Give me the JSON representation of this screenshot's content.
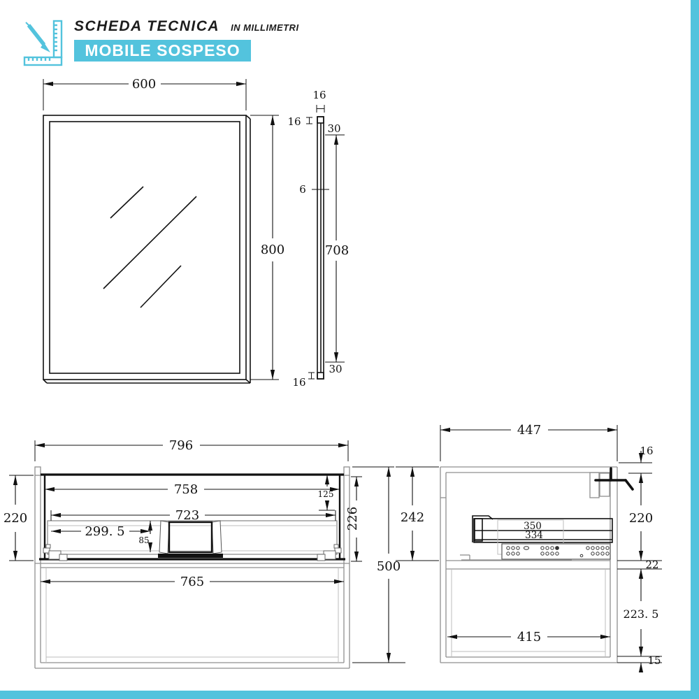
{
  "header": {
    "title": "SCHEDA TECNICA",
    "unit_note": "IN MILLIMETRI",
    "banner": "MOBILE SOSPESO"
  },
  "colors": {
    "accent": "#53C3DD"
  },
  "mirror": {
    "front": {
      "width": "600",
      "height": "800"
    },
    "side": {
      "thickness_top": "16",
      "cap_top": "16",
      "offset_top": "30",
      "glass": "6",
      "panel": "708",
      "offset_bottom": "30",
      "cap_bottom": "16"
    }
  },
  "vanity": {
    "front": {
      "width_total": "796",
      "width_top_inner": "758",
      "inset_right": "125",
      "drawer_width": "723",
      "basin_offset": "299. 5",
      "cutout_height": "85",
      "height_drawer_left": "220",
      "height_drawer_right": "226",
      "width_bottom_inner": "765",
      "height_total": "500"
    },
    "side": {
      "depth_total": "447",
      "top_panel": "16",
      "height_left": "242",
      "height_drawer": "220",
      "slide_length": "350",
      "slide_inner": "334",
      "shelf": "22",
      "height_lower": "223. 5",
      "depth_inner": "415",
      "bottom_panel": "15"
    }
  }
}
